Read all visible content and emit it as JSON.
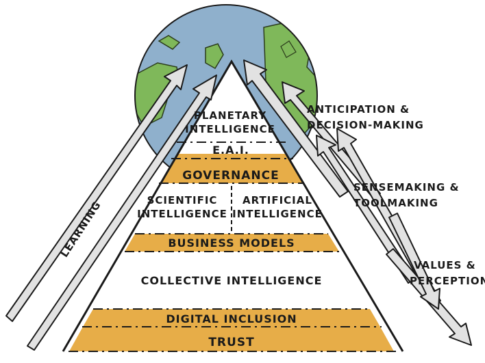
{
  "colors": {
    "ocean": "#8fb0cc",
    "land": "#7fb85a",
    "band": "#e7ad48",
    "outline": "#1a1a1a",
    "arrow_fill": "#e2e2e2",
    "paper": "#ffffff"
  },
  "pyramid": {
    "apex": [
      "PLANETARY",
      "INTELLIGENCE"
    ],
    "eai": "E.A.I.",
    "governance": "GOVERNANCE",
    "scientific": [
      "SCIENTIFIC",
      "INTELLIGENCE"
    ],
    "artificial": [
      "ARTIFICIAL",
      "INTELLIGENCE"
    ],
    "business_models": "BUSINESS MODELS",
    "collective": "COLLECTIVE INTELLIGENCE",
    "digital_inclusion": "DIGITAL INCLUSION",
    "trust": "TRUST"
  },
  "arrows": {
    "learning": "LEARNING",
    "anticipation": [
      "ANTICIPATION &",
      "DECISION-MAKING"
    ],
    "sensemaking": [
      "SENSEMAKING &",
      "TOOLMAKING"
    ],
    "values": [
      "VALUES &",
      "PERCEPTION"
    ]
  }
}
